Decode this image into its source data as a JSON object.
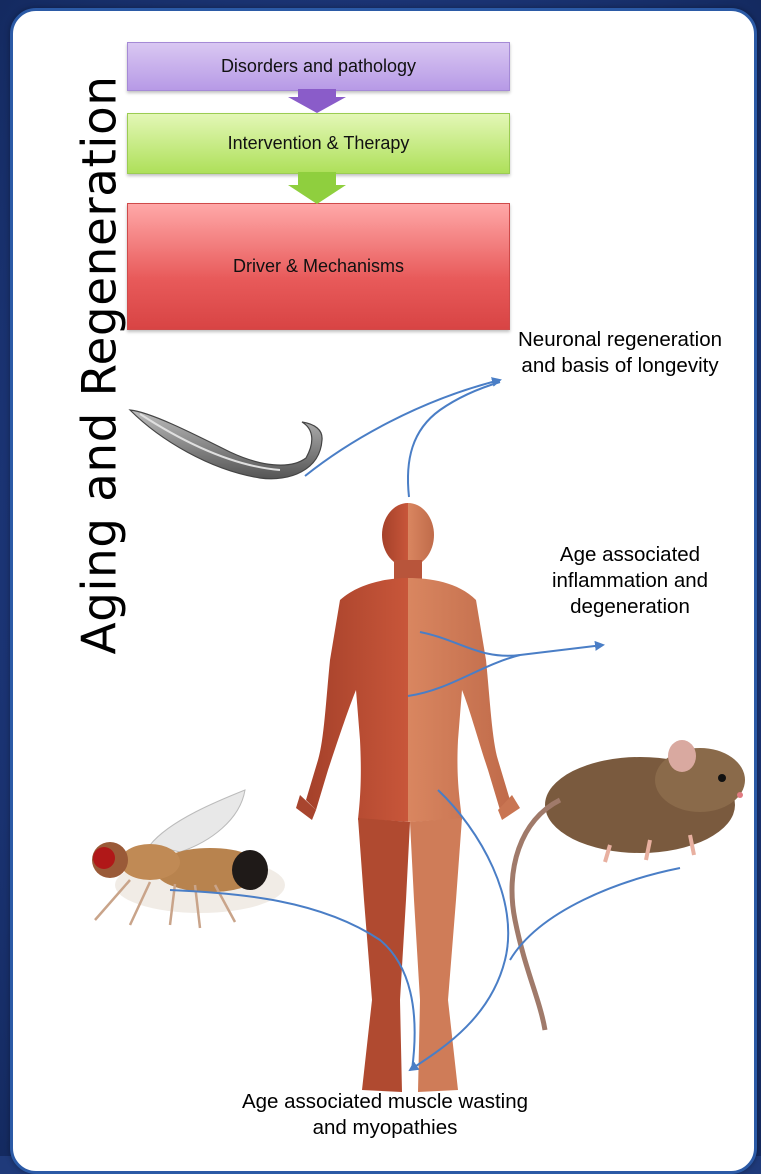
{
  "title": "Aging and Regeneration",
  "boxes": {
    "disorders": "Disorders and pathology",
    "intervention": "Intervention & Therapy",
    "driver": "Driver & Mechanisms"
  },
  "labels": {
    "neuronal": "Neuronal regeneration and basis of longevity",
    "inflammation": "Age associated inflammation and degeneration",
    "muscle": "Age associated muscle wasting and myopathies"
  },
  "images": [
    "worm",
    "human-anatomy",
    "mouse",
    "fruit-fly"
  ],
  "colors": {
    "purple": "#b79ae6",
    "green": "#aee05a",
    "red": "#e85a5a",
    "arrow": "#4a7ec6",
    "border": "#2b5aa6"
  }
}
